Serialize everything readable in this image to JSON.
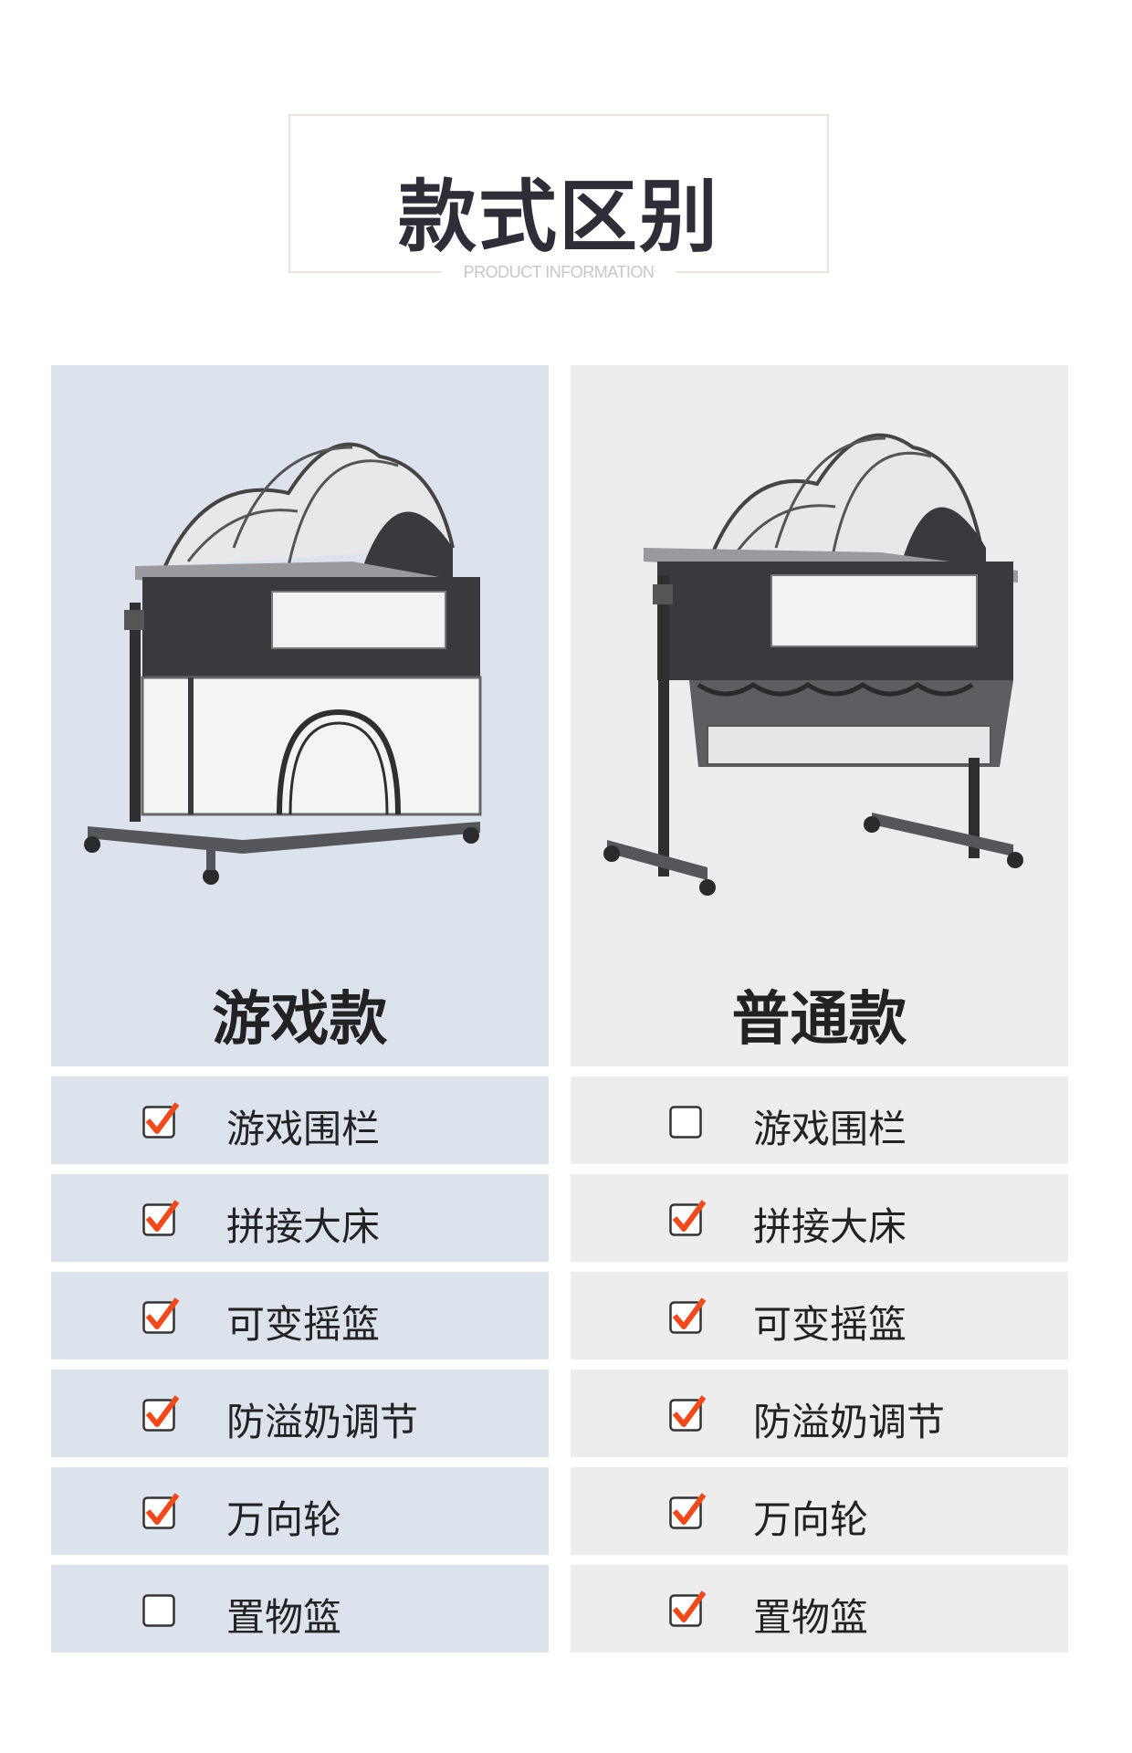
{
  "header": {
    "title": "款式区别",
    "subtitle": "PRODUCT INFORMATION"
  },
  "colors": {
    "accent_check": "#f04a1c",
    "left_panel_bg": "#dde3ec",
    "right_panel_bg": "#ededee",
    "frame_dark": "#3a3a3e"
  },
  "left": {
    "name": "游戏款",
    "image_icon": "crib-with-play-fence-icon",
    "features": [
      {
        "label": "游戏围栏",
        "checked": true
      },
      {
        "label": "拼接大床",
        "checked": true
      },
      {
        "label": "可变摇篮",
        "checked": true
      },
      {
        "label": "防溢奶调节",
        "checked": true
      },
      {
        "label": "万向轮",
        "checked": true
      },
      {
        "label": "置物篮",
        "checked": false
      }
    ]
  },
  "right": {
    "name": "普通款",
    "image_icon": "crib-with-storage-basket-icon",
    "features": [
      {
        "label": "游戏围栏",
        "checked": false
      },
      {
        "label": "拼接大床",
        "checked": true
      },
      {
        "label": "可变摇篮",
        "checked": true
      },
      {
        "label": "防溢奶调节",
        "checked": true
      },
      {
        "label": "万向轮",
        "checked": true
      },
      {
        "label": "置物篮",
        "checked": true
      }
    ]
  }
}
